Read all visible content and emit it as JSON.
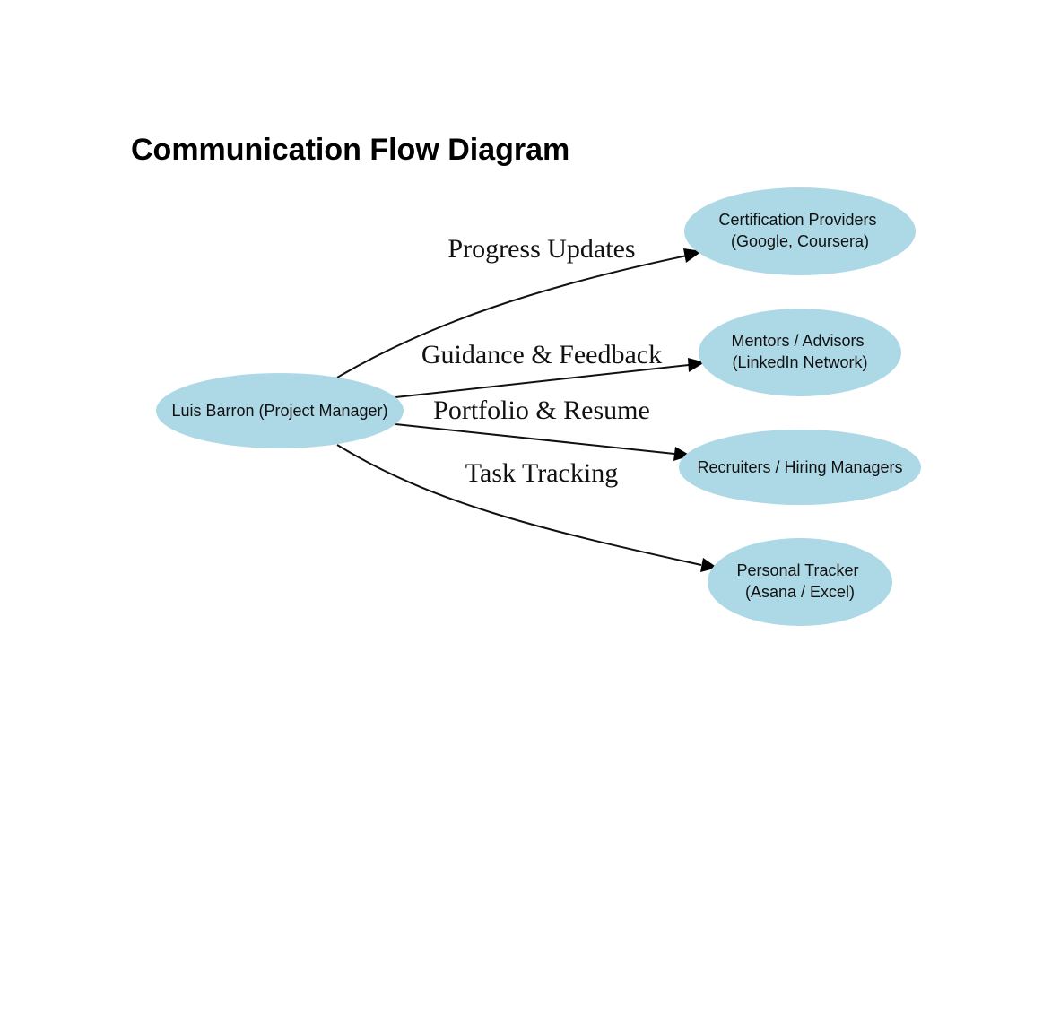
{
  "title": "Communication Flow Diagram",
  "colors": {
    "node_fill": "#add8e6",
    "edge_stroke": "#111111",
    "text": "#111111"
  },
  "nodes": {
    "source": {
      "lines": [
        "Luis Barron (Project Manager)"
      ]
    },
    "certification": {
      "lines": [
        "Certification Providers",
        "(Google, Coursera)"
      ]
    },
    "mentors": {
      "lines": [
        "Mentors / Advisors",
        "(LinkedIn Network)"
      ]
    },
    "recruiters": {
      "lines": [
        "Recruiters / Hiring Managers"
      ]
    },
    "tracker": {
      "lines": [
        "Personal Tracker",
        "(Asana / Excel)"
      ]
    }
  },
  "edges": {
    "progress": {
      "label": "Progress Updates",
      "from": "Luis Barron (Project Manager)",
      "to": "Certification Providers"
    },
    "guidance": {
      "label": "Guidance & Feedback",
      "from": "Luis Barron (Project Manager)",
      "to": "Mentors / Advisors"
    },
    "portfolio": {
      "label": "Portfolio & Resume",
      "from": "Luis Barron (Project Manager)",
      "to": "Recruiters / Hiring Managers"
    },
    "task": {
      "label": "Task Tracking",
      "from": "Luis Barron (Project Manager)",
      "to": "Personal Tracker"
    }
  }
}
